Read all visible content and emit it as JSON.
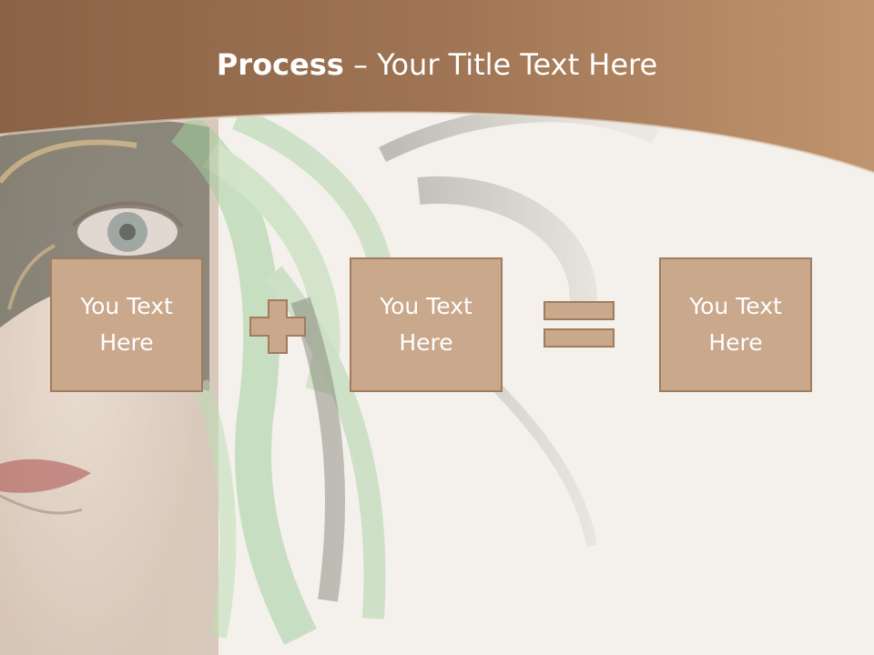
{
  "title": {
    "bold": "Process",
    "rest": " – Your Title Text Here"
  },
  "boxes": [
    {
      "text": "You Text Here"
    },
    {
      "text": "You Text Here"
    },
    {
      "text": "You Text Here"
    }
  ],
  "operators": [
    "plus-icon",
    "equals-icon"
  ],
  "colors": {
    "header_band": "#9b7252",
    "box_fill": "#c9a88c",
    "box_border": "#a17b5e",
    "page_background": "#f4f1ec",
    "feather_green": "#8fc98a"
  }
}
